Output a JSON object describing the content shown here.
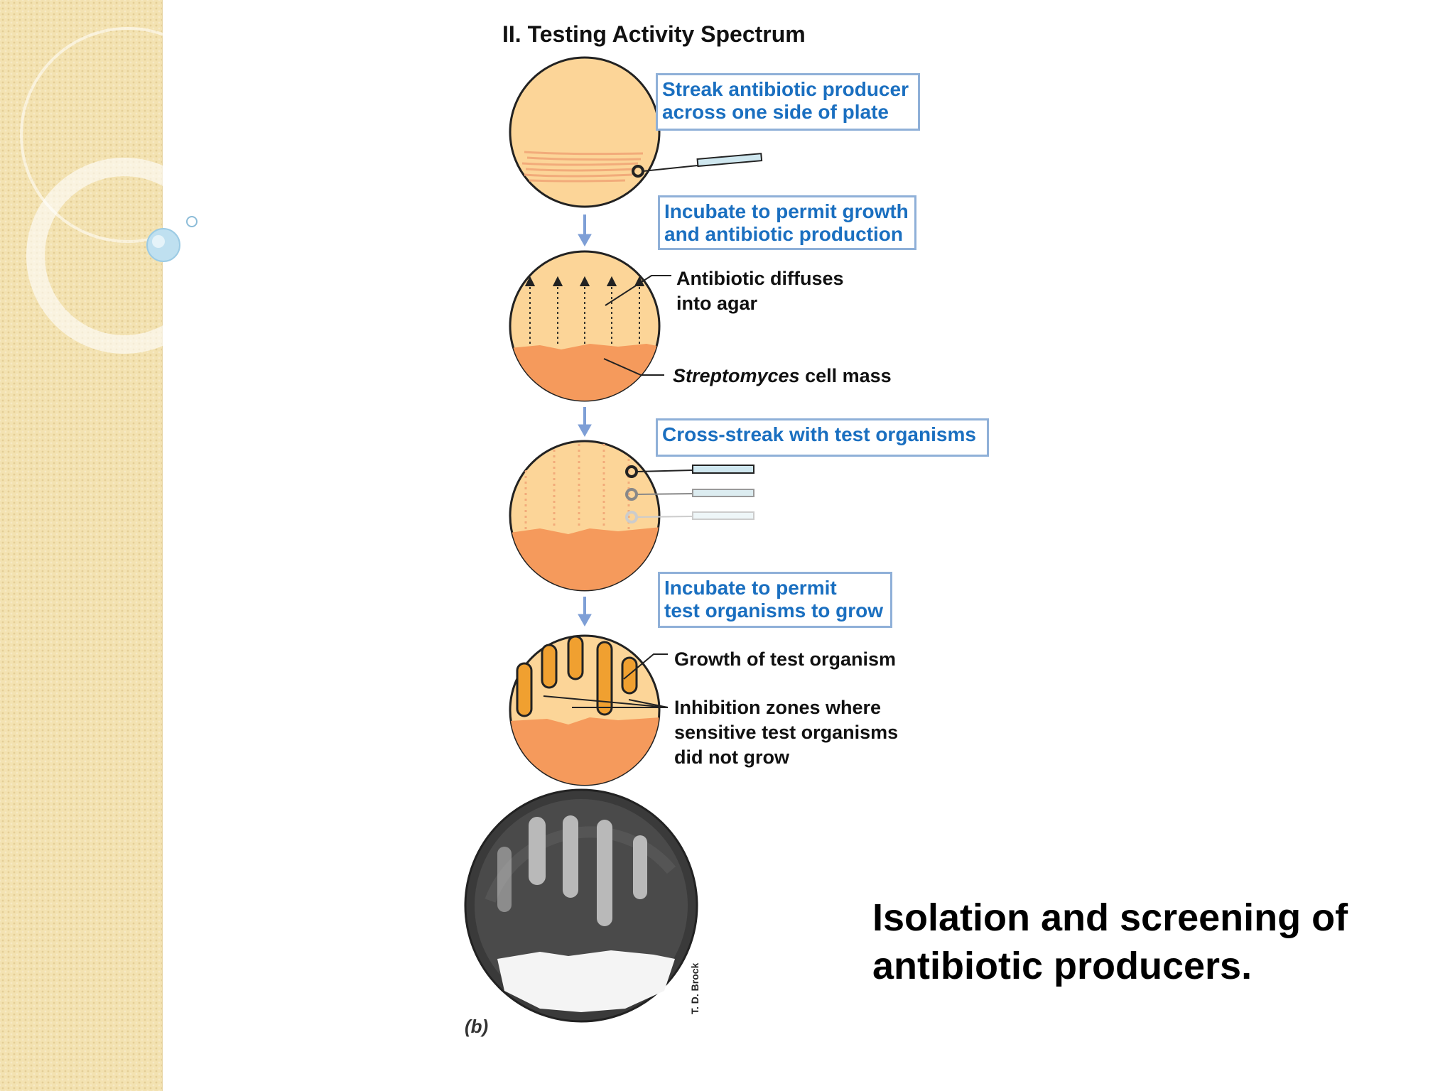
{
  "section_title": "II. Testing Activity Spectrum",
  "steps": [
    {
      "instruction": "Streak antibiotic producer\nacross one side of plate"
    },
    {
      "instruction": "Incubate to permit growth\nand antibiotic production"
    },
    {
      "instruction": "Cross-streak with test organisms"
    },
    {
      "instruction": "Incubate to permit\ntest organisms to grow"
    }
  ],
  "labels": {
    "antibiotic_diffuses": "Antibiotic diffuses\ninto agar",
    "streptomyces_italic": "Streptomyces",
    "cell_mass": " cell mass",
    "growth_test_organism": "Growth of test organism",
    "inhibition_zones": "Inhibition zones where\nsensitive test organisms\ndid not grow"
  },
  "photo": {
    "credit": "T. D. Brock",
    "panel_label": "(b)"
  },
  "caption": "Isolation and screening of\nantibiotic producers.",
  "colors": {
    "plate_fill": "#fcd598",
    "cell_mass": "#f59a5c",
    "test_growth": "#f0a030",
    "box_border": "#8fb0d8",
    "box_text": "#1a6fc0",
    "arrow": "#7e9fd6",
    "side_band": "#f3e2b1"
  }
}
